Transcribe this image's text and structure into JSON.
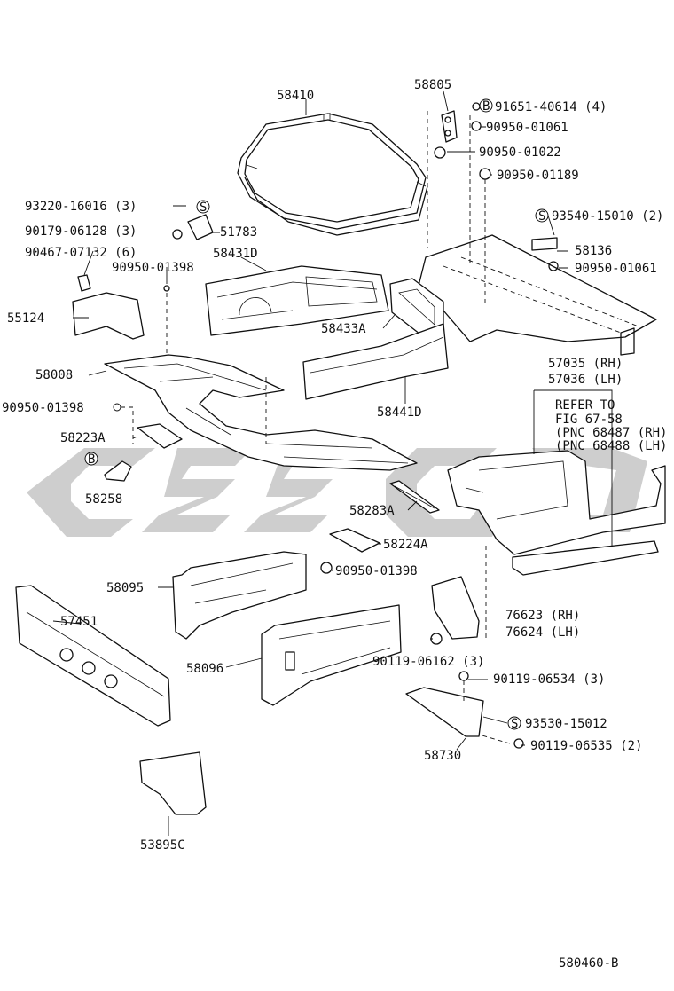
{
  "diagram_id": "580460-B",
  "callouts": [
    {
      "id": "c58410",
      "text": "58410"
    },
    {
      "id": "c58805",
      "text": "58805"
    },
    {
      "id": "c91651",
      "badge": "B",
      "text": "91651-40614 (4)"
    },
    {
      "id": "c90950a",
      "text": "90950-01061"
    },
    {
      "id": "c90950b",
      "text": "90950-01022"
    },
    {
      "id": "c90950c",
      "text": "90950-01189"
    },
    {
      "id": "c93220",
      "text": "93220-16016 (3)"
    },
    {
      "id": "c90179",
      "text": "90179-06128 (3)"
    },
    {
      "id": "c51783",
      "text": "51783"
    },
    {
      "id": "c90467",
      "text": "90467-07132 (6)"
    },
    {
      "id": "c90950d",
      "text": "90950-01398"
    },
    {
      "id": "c58431",
      "text": "58431D"
    },
    {
      "id": "c93540",
      "text": "93540-15010 (2)"
    },
    {
      "id": "c58136",
      "text": "58136"
    },
    {
      "id": "c90950e",
      "text": "90950-01061"
    },
    {
      "id": "c55124",
      "text": "55124"
    },
    {
      "id": "c58433",
      "text": "58433A"
    },
    {
      "id": "c58008",
      "text": "58008"
    },
    {
      "id": "c57035",
      "text": "57035 (RH)"
    },
    {
      "id": "c57036",
      "text": "57036 (LH)"
    },
    {
      "id": "c90950f",
      "text": "90950-01398"
    },
    {
      "id": "c58441",
      "text": "58441D"
    },
    {
      "id": "cref1",
      "text": "REFER TO"
    },
    {
      "id": "cref2",
      "text": "FIG 67-58"
    },
    {
      "id": "cref3",
      "text": "(PNC 68487 (RH)"
    },
    {
      "id": "cref4",
      "text": "(PNC 68488 (LH)"
    },
    {
      "id": "c58223",
      "text": "58223A"
    },
    {
      "id": "c58258",
      "text": "58258"
    },
    {
      "id": "c58283",
      "text": "58283A"
    },
    {
      "id": "c58224",
      "text": "58224A"
    },
    {
      "id": "c90950g",
      "text": "90950-01398"
    },
    {
      "id": "c58095",
      "text": "58095"
    },
    {
      "id": "c57451",
      "text": "57451"
    },
    {
      "id": "c76623",
      "text": "76623 (RH)"
    },
    {
      "id": "c76624",
      "text": "76624 (LH)"
    },
    {
      "id": "c58096",
      "text": "58096"
    },
    {
      "id": "c90119a",
      "text": "90119-06162 (3)"
    },
    {
      "id": "c90119b",
      "text": "90119-06534 (3)"
    },
    {
      "id": "c93530",
      "text": "93530-15012"
    },
    {
      "id": "c58730",
      "text": "58730"
    },
    {
      "id": "c90119c",
      "text": "90119-06535 (2)"
    },
    {
      "id": "c53895",
      "text": "53895C"
    }
  ],
  "badges": {
    "S": "S",
    "B": "B"
  }
}
